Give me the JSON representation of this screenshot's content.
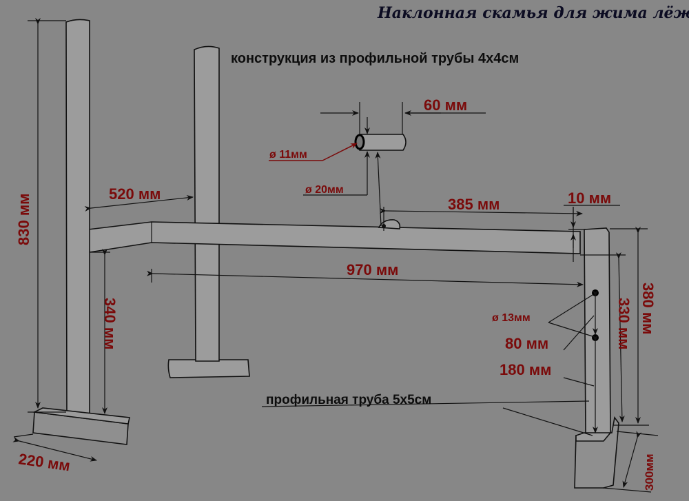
{
  "title": "Наклонная скамья для жима лёжа",
  "subtitle": "конструкция из профильной трубы 4х4см",
  "base_note": "профильная труба 5х5см",
  "dimensions": {
    "pin_length": "60 мм",
    "pin_inner": "ø 11мм",
    "pin_outer": "ø 20мм",
    "arm_length": "520 мм",
    "pin_offset": "385 мм",
    "gap": "10 мм",
    "beam_length": "970 мм",
    "post_height": "830 мм",
    "lower_post": "340 мм",
    "hole_dia": "ø 13мм",
    "hole_spacing": "80 мм",
    "hole_height": "180 мм",
    "rear_inner": "330 мм",
    "rear_outer": "380 мм",
    "front_foot": "220 мм",
    "rear_foot": "300мм"
  },
  "colors": {
    "background": "#878787",
    "dimension_text": "#7a0a0a",
    "tube": "#9c9c9c"
  }
}
